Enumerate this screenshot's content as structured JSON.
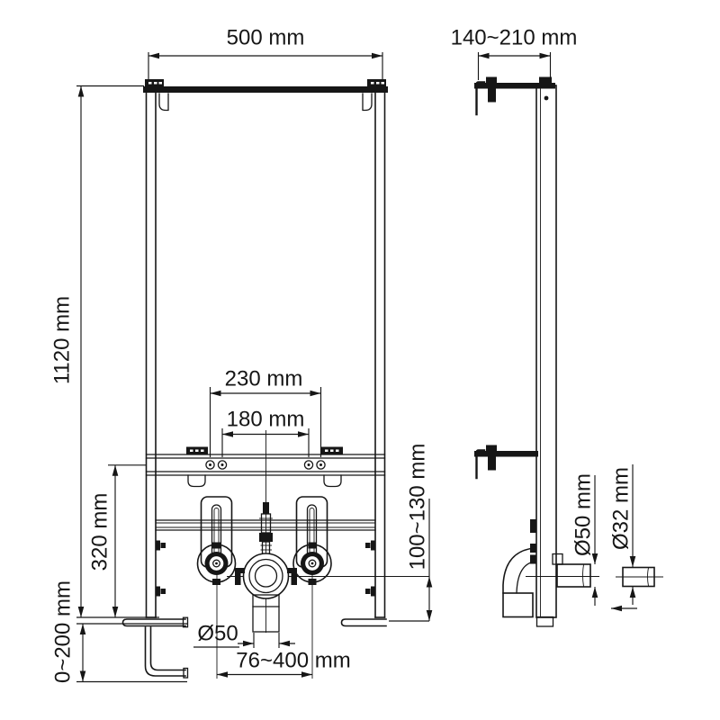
{
  "figure": {
    "kind": "technical installation drawing",
    "subject": "bidet mounting frame, front view and side view",
    "line_color": "#161616",
    "background_color": "#ffffff"
  },
  "labels": {
    "front_width": "500 mm",
    "front_height": "1120 mm",
    "holes_outer": "230 mm",
    "holes_inner": "180 mm",
    "fixture_height": "320 mm",
    "foot_range": "0~200 mm",
    "outlet_height": "100~130 mm",
    "drain_diameter": "Ø50",
    "drain_range": "76~400 mm",
    "side_depth": "140~210 mm",
    "side_outlet_50": "Ø50 mm",
    "side_outlet_32": "Ø32 mm"
  }
}
